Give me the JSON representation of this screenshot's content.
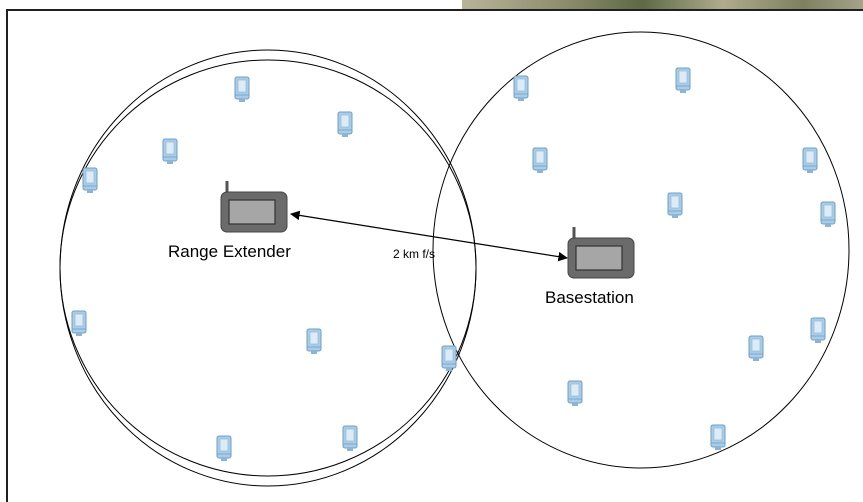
{
  "nodes": {
    "range_extender": {
      "label": "Range Extender"
    },
    "basestation": {
      "label": "Basestation"
    }
  },
  "link": {
    "label": "2 km f/s"
  },
  "colors": {
    "device_body": "#6b6b6b",
    "device_screen": "#a6a6a6",
    "sensor": "#a9cde8",
    "sensor_stroke": "#6f9fc4",
    "circle": "#000000"
  }
}
